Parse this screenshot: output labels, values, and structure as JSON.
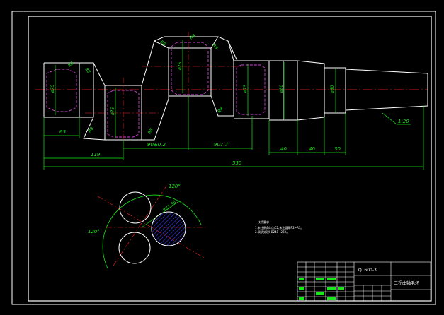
{
  "drawing": {
    "colors": {
      "background": "#000000",
      "outline": "#ffffff",
      "dimension": "#19e819",
      "centerline": "#ff2020",
      "hidden": "#d040d0",
      "hatch": "#3a3aff"
    },
    "dims": {
      "d_left": "ø75",
      "d_pin1": "ø75",
      "d_center": "ø75",
      "d_pin2": "ø75",
      "d_journal": "ø80",
      "d_taper": "ø60",
      "c1": "R8",
      "c2": "R8",
      "c3": "R8",
      "c4": "R8",
      "c5": "R8",
      "c6": "R8",
      "c7": "R8",
      "c8": "R8",
      "len_65": "65",
      "len_119": "119",
      "len_90": "90±0.2",
      "len_907": "907.7",
      "len_40a": "40",
      "len_40b": "40",
      "len_30": "30",
      "len_total": "530",
      "taper": "1:20"
    },
    "section": {
      "angle_top": "120°",
      "angle_left": "120°",
      "radius": "R87.35"
    },
    "notes": {
      "title": "技术要求",
      "line1": "1.未注倒角均为C2,未注圆角R2~R3。",
      "line2": "2.调质处理HB241~269。"
    },
    "title_block": {
      "material": "QT600-3",
      "part_name": "三拐曲轴毛坯"
    }
  }
}
